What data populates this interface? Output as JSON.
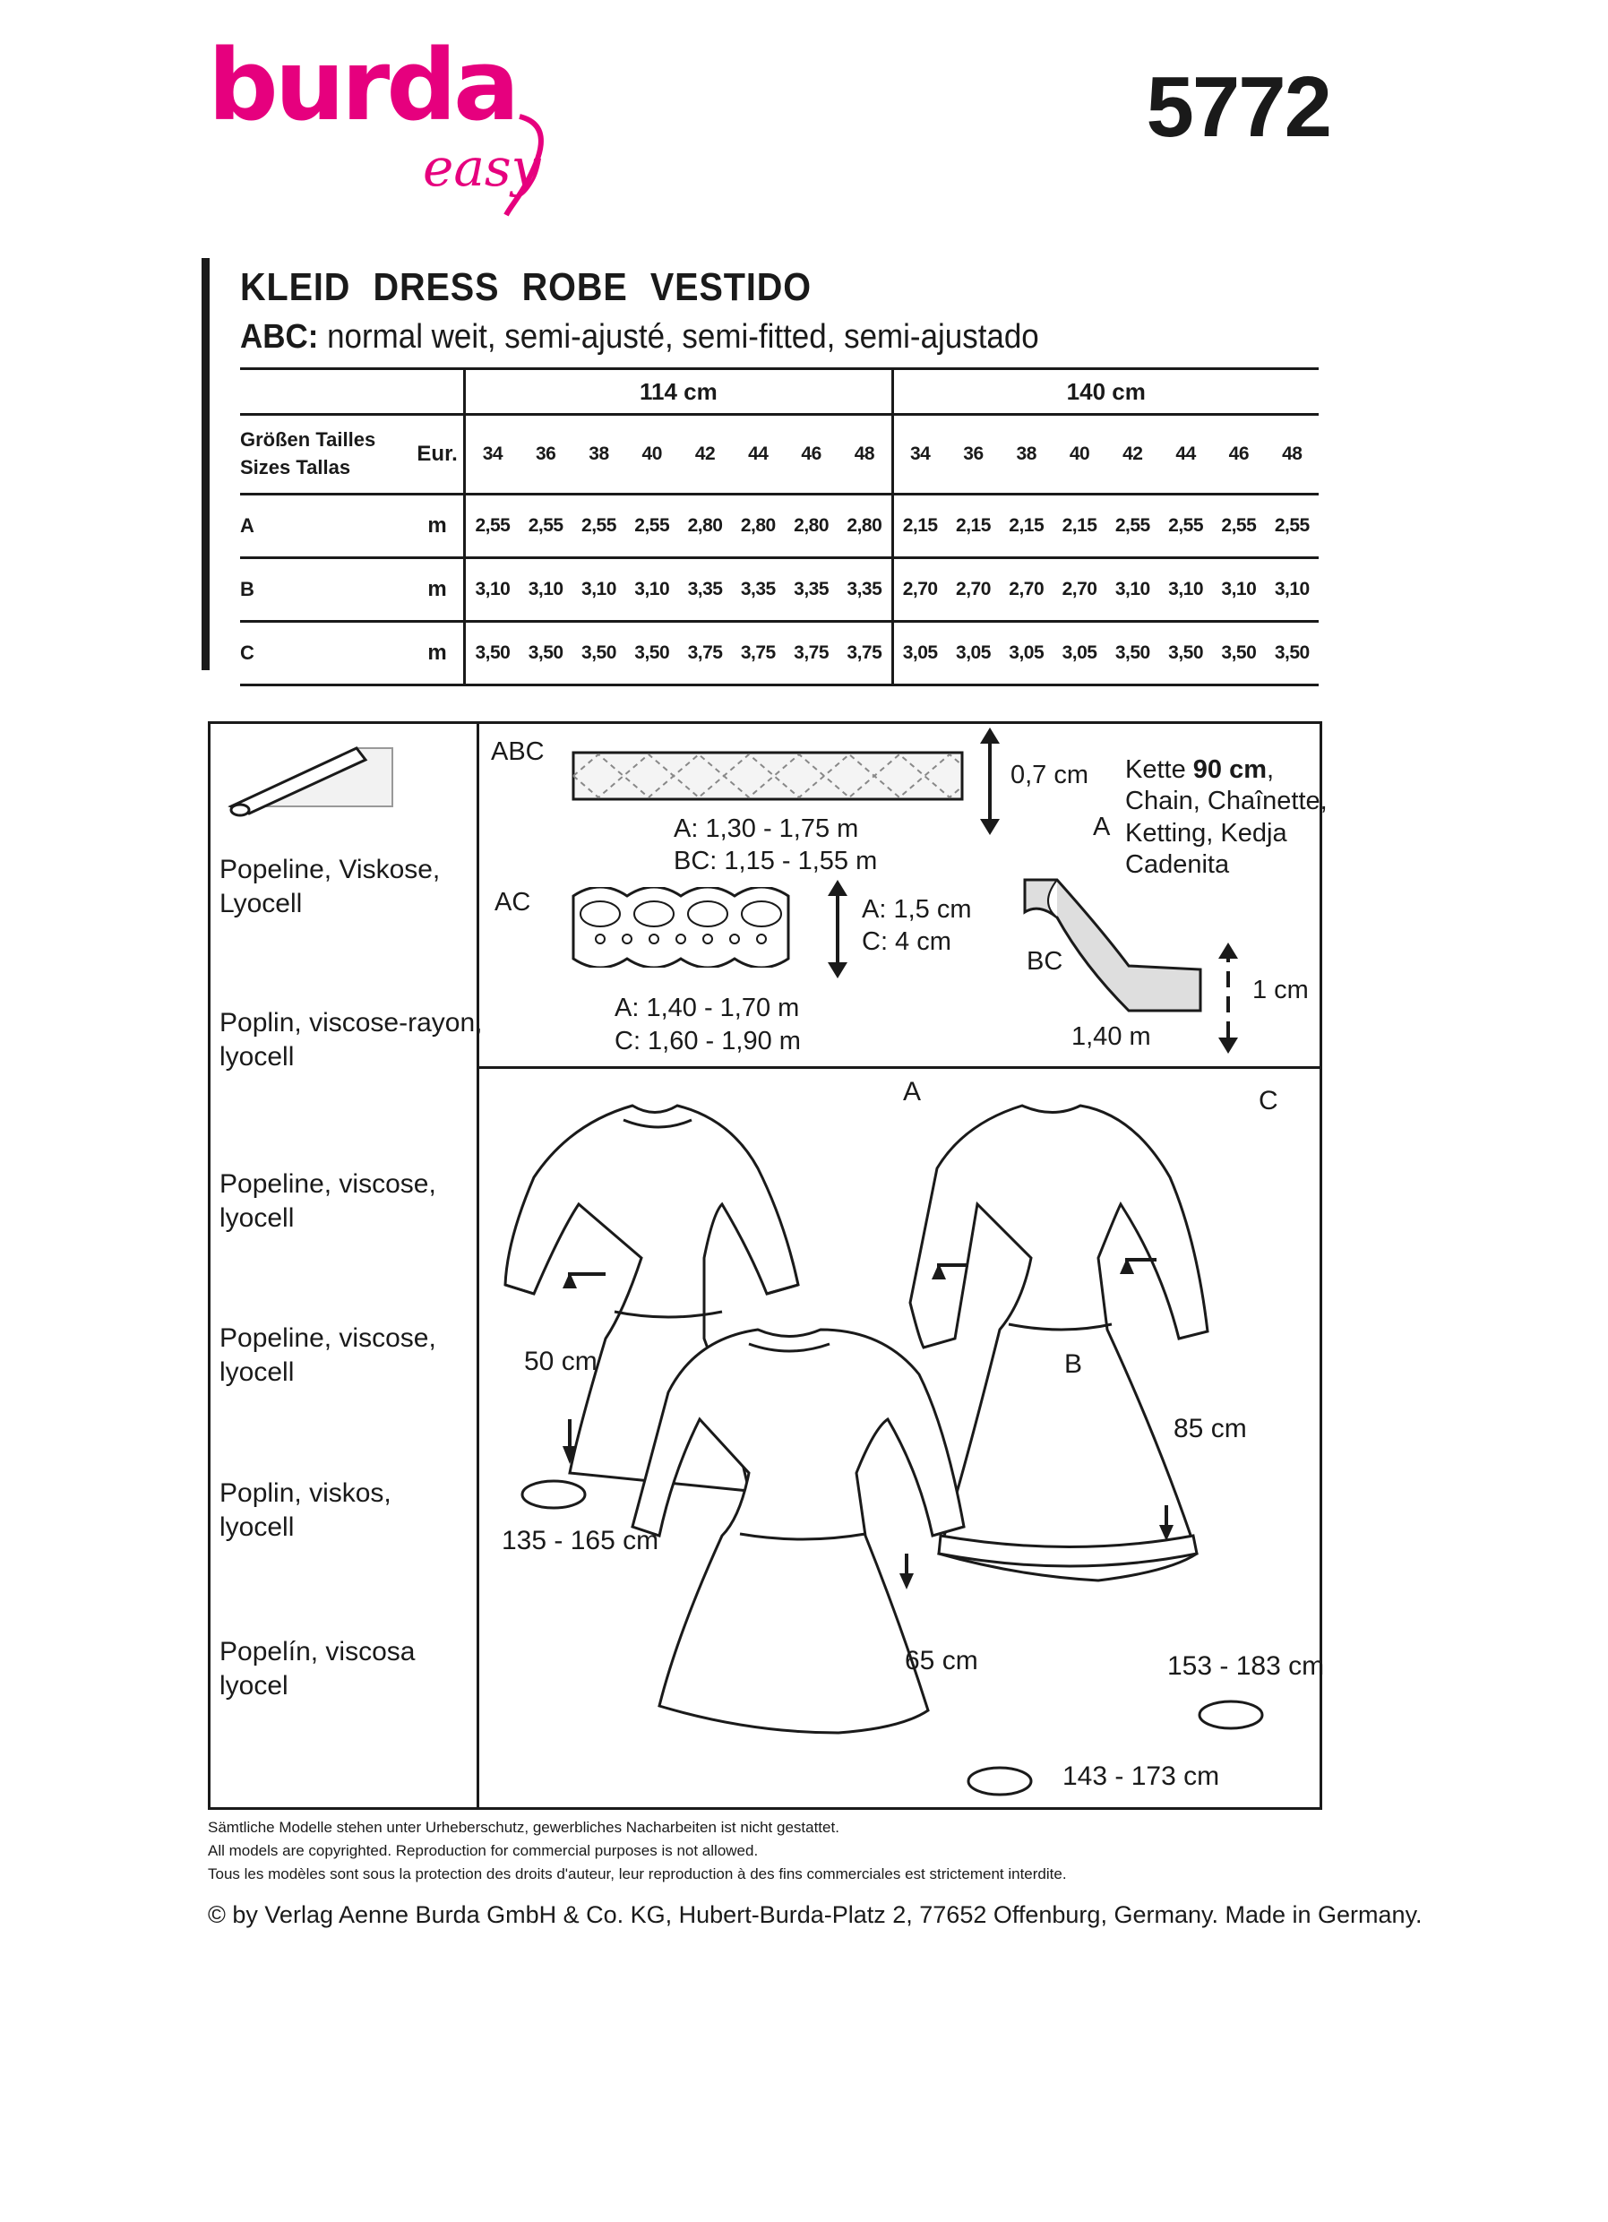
{
  "brand": {
    "name": "burda",
    "sub": "easy"
  },
  "pattern_number": "5772",
  "title": {
    "items": [
      "KLEID",
      "DRESS",
      "ROBE",
      "VESTIDO"
    ]
  },
  "subtitle": {
    "prefix": "ABC:",
    "text": " normal weit, semi-ajusté, semi-fitted, semi-ajustado"
  },
  "yardage": {
    "widths": [
      "114 cm",
      "140 cm"
    ],
    "size_label_line1": "Größen  Tailles",
    "size_label_line2": "Sizes  Tallas",
    "eur": "Eur.",
    "sizes": [
      "34",
      "36",
      "38",
      "40",
      "42",
      "44",
      "46",
      "48"
    ],
    "unit": "m",
    "rows": [
      {
        "view": "A",
        "v114": [
          "2,55",
          "2,55",
          "2,55",
          "2,55",
          "2,80",
          "2,80",
          "2,80",
          "2,80"
        ],
        "v140": [
          "2,15",
          "2,15",
          "2,15",
          "2,15",
          "2,55",
          "2,55",
          "2,55",
          "2,55"
        ]
      },
      {
        "view": "B",
        "v114": [
          "3,10",
          "3,10",
          "3,10",
          "3,10",
          "3,35",
          "3,35",
          "3,35",
          "3,35"
        ],
        "v140": [
          "2,70",
          "2,70",
          "2,70",
          "2,70",
          "3,10",
          "3,10",
          "3,10",
          "3,10"
        ]
      },
      {
        "view": "C",
        "v114": [
          "3,50",
          "3,50",
          "3,50",
          "3,50",
          "3,75",
          "3,75",
          "3,75",
          "3,75"
        ],
        "v140": [
          "3,05",
          "3,05",
          "3,05",
          "3,05",
          "3,50",
          "3,50",
          "3,50",
          "3,50"
        ]
      }
    ]
  },
  "fabrics": [
    "Popeline, Viskose,\nLyocell",
    "Poplin, viscose-rayon,\nlyocell",
    "Popeline, viscose,\nlyocell",
    "Popeline, viscose,\nlyocell",
    "Poplin, viskos,\nlyocell",
    "Popelín, viscosa\nlyocel"
  ],
  "notions": {
    "abc_label": "ABC",
    "tape_width": "0,7 cm",
    "tape_len_a": "A: 1,30 - 1,75 m",
    "tape_len_bc": "BC: 1,15 - 1,55 m",
    "ac_label": "AC",
    "lace_w_a": "A: 1,5 cm",
    "lace_w_c": "C: 4 cm",
    "lace_len_a": "A: 1,40 - 1,70 m",
    "lace_len_c": "C: 1,60 - 1,90 m",
    "chain_view": "A",
    "chain_kette": "Kette ",
    "chain_len": "90 cm",
    "chain_comma": ",",
    "chain_l2": "Chain, Chaînette,",
    "chain_l3": "Ketting, Kedja",
    "chain_l4": "Cadenita",
    "elastic_label": "BC",
    "elastic_width": "1 cm",
    "elastic_len": "1,40 m"
  },
  "views": {
    "a": {
      "label": "A",
      "length": "50 cm",
      "hem": "135 - 165 cm"
    },
    "b": {
      "label": "B",
      "length": "65 cm",
      "hem": "143 - 173 cm"
    },
    "c": {
      "label": "C",
      "length": "85 cm",
      "hem": "153 - 183 cm"
    }
  },
  "footer": {
    "de": "Sämtliche Modelle stehen unter Urheberschutz, gewerbliches Nacharbeiten ist nicht gestattet.",
    "en": "All models are copyrighted. Reproduction for commercial purposes is not allowed.",
    "fr": "Tous les modèles sont sous la protection des droits d'auteur, leur reproduction à des fins commerciales est strictement interdite.",
    "copyright": "© by Verlag Aenne Burda GmbH & Co. KG, Hubert-Burda-Platz 2, 77652 Offenburg, Germany. Made in Germany."
  }
}
